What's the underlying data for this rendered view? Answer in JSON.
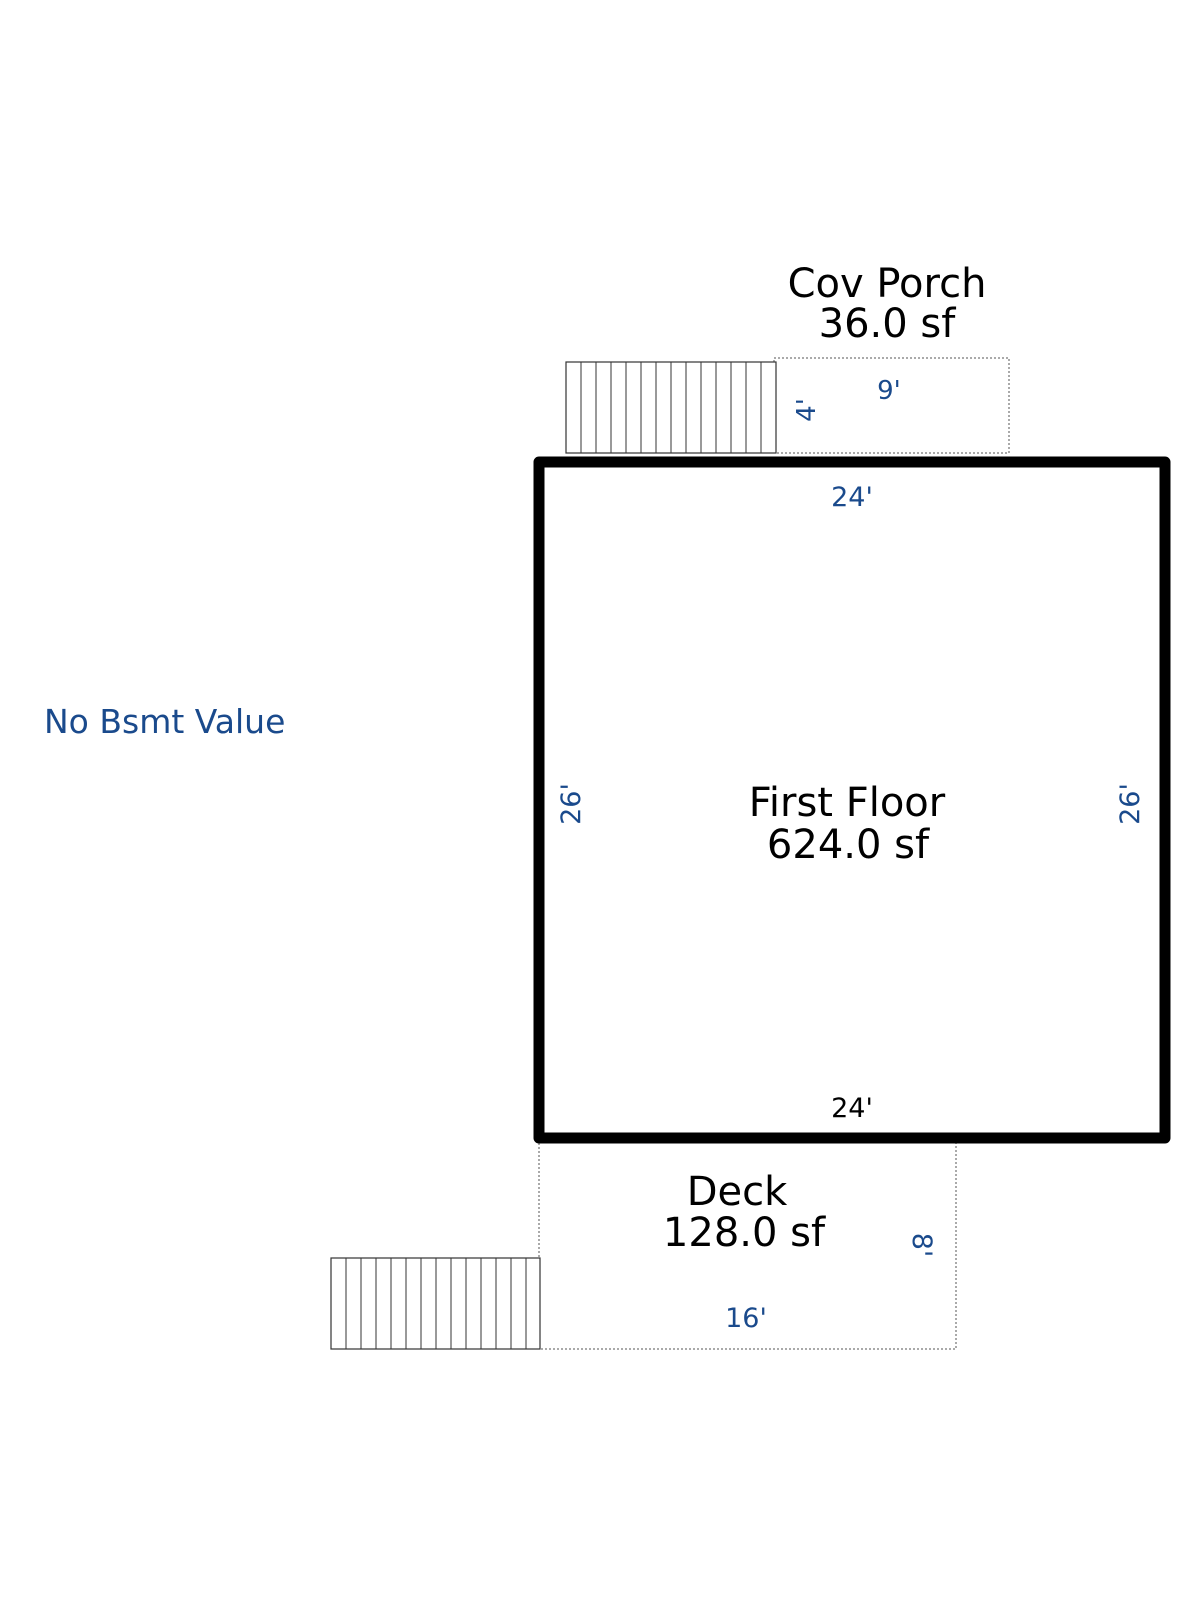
{
  "note": "No Bsmt Value",
  "colors": {
    "wall": "#000000",
    "outline": "#555555",
    "dimension_text": "#1a4a8c",
    "label_text": "#000000"
  },
  "rooms": {
    "first_floor": {
      "name": "First Floor",
      "area": "624.0 sf",
      "dim_top": "24'",
      "dim_bottom": "24'",
      "dim_left": "26'",
      "dim_right": "26'"
    },
    "cov_porch": {
      "name": "Cov Porch",
      "area": "36.0 sf",
      "dim_width": "9'",
      "dim_depth": "4'"
    },
    "deck": {
      "name": "Deck",
      "area": "128.0 sf",
      "dim_width": "16'",
      "dim_depth": "8'"
    }
  }
}
